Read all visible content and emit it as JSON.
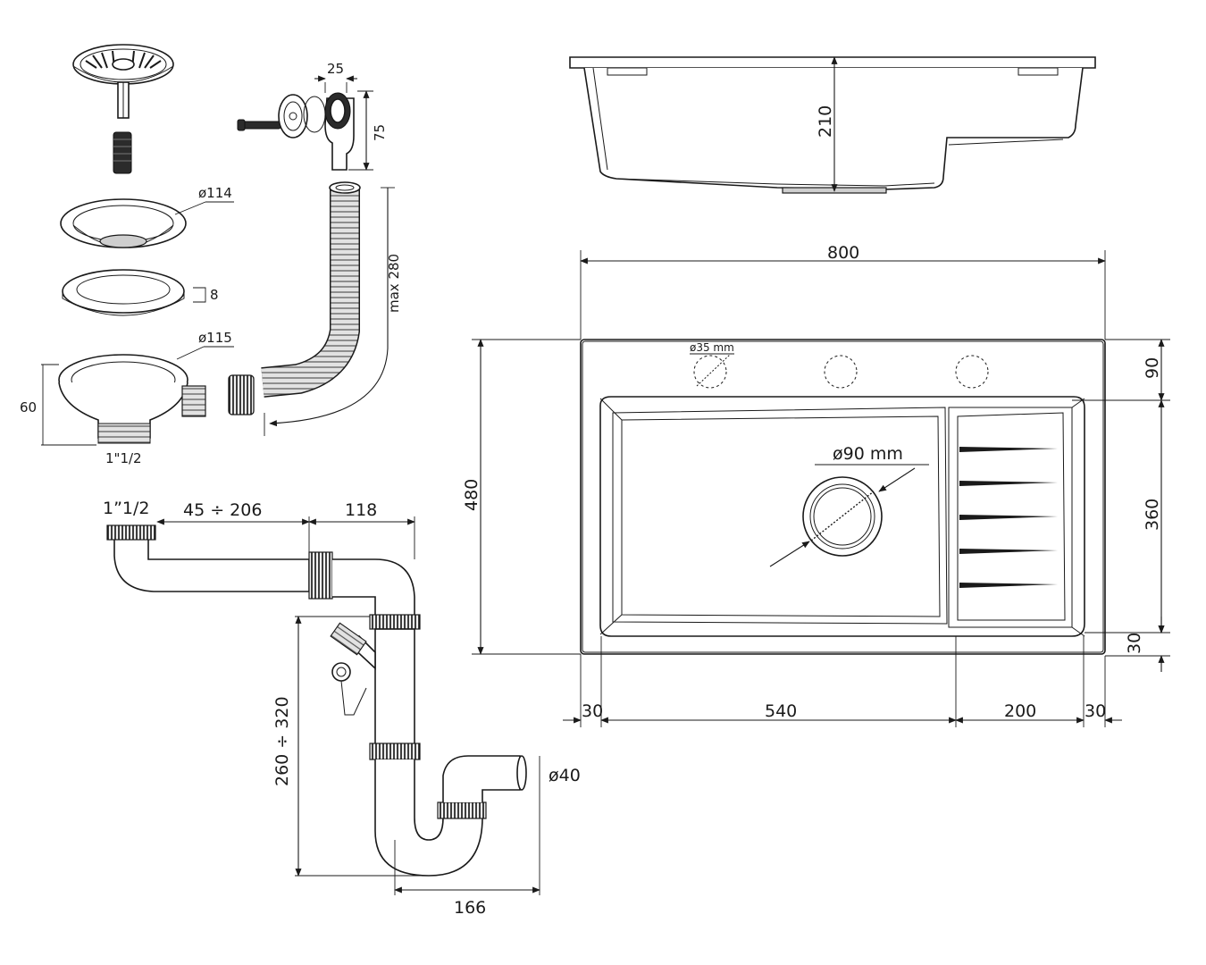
{
  "colors": {
    "line": "#1a1a1a",
    "part_fill": "#ffffff",
    "shade": "#cfcfcf",
    "rubber": "#2b2b2b"
  },
  "labels": {
    "strainer_cup_diameter": "ø114",
    "washer_height": "8",
    "basket_diameter": "ø115",
    "basket_height": "60",
    "basket_thread": "1\"1/2",
    "overflow_width": "25",
    "overflow_height": "75",
    "hose_length": "max 280",
    "siphon_inlet": "1”1/2",
    "siphon_horizontal": "45 ÷ 206",
    "siphon_offset": "118",
    "siphon_height": "260 ÷ 320",
    "siphon_outlet": "ø40",
    "siphon_width": "166",
    "sink_depth": "210",
    "sink_width": "800",
    "sink_length": "480",
    "tap_hole": "ø35 mm",
    "drain_hole": "ø90 mm",
    "top_margin": "90",
    "drainer_length": "360",
    "bottom_margin": "30",
    "left_margin": "30",
    "bowl_width": "540",
    "drainer_width": "200",
    "right_margin": "30"
  }
}
